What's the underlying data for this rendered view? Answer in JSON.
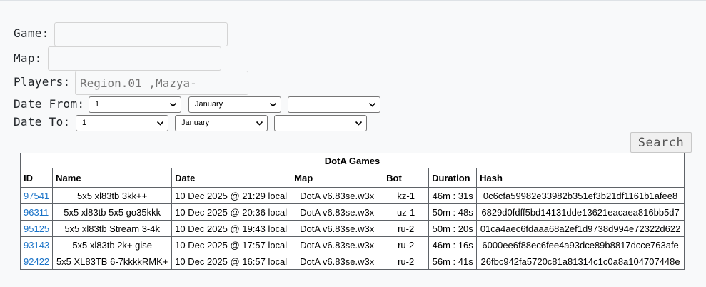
{
  "form": {
    "game": {
      "label": "Game:",
      "value": "",
      "placeholder": ""
    },
    "map": {
      "label": "Map:",
      "value": "",
      "placeholder": ""
    },
    "players": {
      "label": "Players:",
      "value": "",
      "placeholder": "Region.01 ,Mazya-"
    },
    "date_from": {
      "label": "Date From:",
      "day": "1",
      "month": "January",
      "year": ""
    },
    "date_to": {
      "label": "Date To:",
      "day": "1",
      "month": "January",
      "year": ""
    },
    "search_label": "Search"
  },
  "table": {
    "title": "DotA Games",
    "columns": [
      "ID",
      "Name",
      "Date",
      "Map",
      "Bot",
      "Duration",
      "Hash"
    ],
    "rows": [
      {
        "id": "97541",
        "name": "5x5 xl83tb 3kk++",
        "date": "10 Dec 2025 @ 21:29 local",
        "map": "DotA v6.83se.w3x",
        "bot": "kz-1",
        "duration": "46m : 31s",
        "hash": "0c6cfa59982e33982b351ef3b21df1161b1afee8"
      },
      {
        "id": "96311",
        "name": "5x5 xl83tb 5x5 go35kkk",
        "date": "10 Dec 2025 @ 20:36 local",
        "map": "DotA v6.83se.w3x",
        "bot": "uz-1",
        "duration": "50m : 48s",
        "hash": "6829d0fdff5bd14131dde13621eacaea816bb5d7"
      },
      {
        "id": "95125",
        "name": "5x5 xl83tb Stream 3-4k",
        "date": "10 Dec 2025 @ 19:43 local",
        "map": "DotA v6.83se.w3x",
        "bot": "ru-2",
        "duration": "50m : 20s",
        "hash": "01ca4aec6fdaaa68a2ef1d9738d994e72322d622"
      },
      {
        "id": "93143",
        "name": "5x5 xl83tb 2k+ gise",
        "date": "10 Dec 2025 @ 17:57 local",
        "map": "DotA v6.83se.w3x",
        "bot": "ru-2",
        "duration": "46m : 16s",
        "hash": "6000ee6f88ec6fee4a93dce89b8817dcce763afe"
      },
      {
        "id": "92422",
        "name": "5x5 XL83TB 6-7kkkkRMK+",
        "date": "10 Dec 2025 @ 16:57 local",
        "map": "DotA v6.83se.w3x",
        "bot": "ru-2",
        "duration": "56m : 41s",
        "hash": "26fbc942fa5720c81a81314c1c0a8a104707448e"
      }
    ]
  }
}
